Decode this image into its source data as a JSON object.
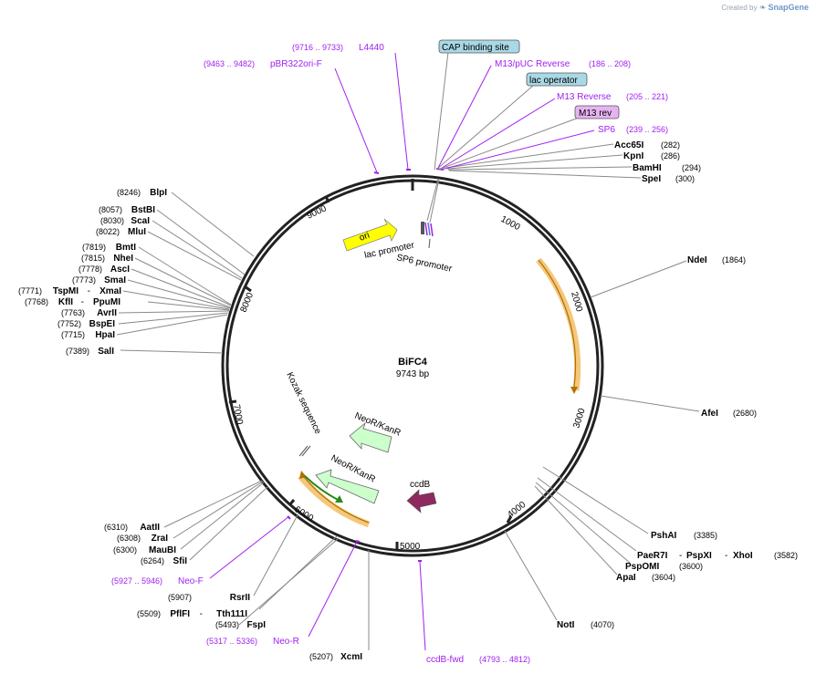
{
  "credit": {
    "prefix": "Created by",
    "brand": "SnapGene"
  },
  "plasmid": {
    "name": "BiFC4",
    "size": "9743 bp",
    "length": 9743
  },
  "colors": {
    "enzyme_line": "#8a8a8a",
    "primer": "#a020f0",
    "feature_box_blue": "#a9d8e6",
    "feature_box_purple": "#e6b3f2",
    "ori": "#ffff00",
    "neo": "#ccffcc",
    "ccdb": "#8e2a5f",
    "orange": "#f5a623",
    "green_dark": "#2a8a1a"
  },
  "ticks": [
    "1000",
    "2000",
    "3000",
    "4000",
    "5000",
    "6000",
    "7000",
    "8000",
    "9000"
  ],
  "enzymes_right": [
    {
      "name": "Acc65I",
      "pos": "(282)"
    },
    {
      "name": "KpnI",
      "pos": "(286)"
    },
    {
      "name": "BamHI",
      "pos": "(294)"
    },
    {
      "name": "SpeI",
      "pos": "(300)"
    },
    {
      "name": "NdeI",
      "pos": "(1864)"
    },
    {
      "name": "AfeI",
      "pos": "(2680)"
    },
    {
      "name": "PshAI",
      "pos": "(3385)"
    },
    {
      "name": "PaeR7I",
      "pos": ""
    },
    {
      "name": "PspXI",
      "pos": ""
    },
    {
      "name": "XhoI",
      "pos": "(3582)"
    },
    {
      "name": "PspOMI",
      "pos": "(3600)"
    },
    {
      "name": "ApaI",
      "pos": "(3604)"
    },
    {
      "name": "NotI",
      "pos": "(4070)"
    }
  ],
  "enzymes_left": [
    {
      "name": "BlpI",
      "pos": "(8246)"
    },
    {
      "name": "BstBI",
      "pos": "(8057)"
    },
    {
      "name": "ScaI",
      "pos": "(8030)"
    },
    {
      "name": "MluI",
      "pos": "(8022)"
    },
    {
      "name": "BmtI",
      "pos": "(7819)"
    },
    {
      "name": "NheI",
      "pos": "(7815)"
    },
    {
      "name": "AscI",
      "pos": "(7778)"
    },
    {
      "name": "SmaI",
      "pos": "(7773)"
    },
    {
      "name": "TspMI",
      "pos": "(7771)"
    },
    {
      "name": "XmaI",
      "pos": ""
    },
    {
      "name": "KflI",
      "pos": "(7768)"
    },
    {
      "name": "PpuMI",
      "pos": ""
    },
    {
      "name": "AvrII",
      "pos": "(7763)"
    },
    {
      "name": "BspEI",
      "pos": "(7752)"
    },
    {
      "name": "HpaI",
      "pos": "(7715)"
    },
    {
      "name": "SalI",
      "pos": "(7389)"
    },
    {
      "name": "AatII",
      "pos": "(6310)"
    },
    {
      "name": "ZraI",
      "pos": "(6308)"
    },
    {
      "name": "MauBI",
      "pos": "(6300)"
    },
    {
      "name": "SfiI",
      "pos": "(6264)"
    },
    {
      "name": "RsrII",
      "pos": "(5907)"
    },
    {
      "name": "PflFI",
      "pos": "(5509)"
    },
    {
      "name": "Tth111I",
      "pos": ""
    },
    {
      "name": "FspI",
      "pos": "(5493)"
    },
    {
      "name": "XcmI",
      "pos": "(5207)"
    }
  ],
  "primers": [
    {
      "name": "L4440",
      "range": "(9716 .. 9733)"
    },
    {
      "name": "pBR322ori-F",
      "range": "(9463 .. 9482)"
    },
    {
      "name": "M13/pUC Reverse",
      "range": "(186 .. 208)"
    },
    {
      "name": "M13 Reverse",
      "range": "(205 .. 221)"
    },
    {
      "name": "SP6",
      "range": "(239 .. 256)"
    },
    {
      "name": "Neo-F",
      "range": "(5927 .. 5946)"
    },
    {
      "name": "Neo-R",
      "range": "(5317 .. 5336)"
    },
    {
      "name": "ccdB-fwd",
      "range": "(4793 .. 4812)"
    }
  ],
  "boxed_features": [
    {
      "name": "CAP binding site"
    },
    {
      "name": "lac operator"
    },
    {
      "name": "M13 rev"
    }
  ],
  "inner_features": {
    "ori": "ori",
    "lac_promoter": "lac promoter",
    "sp6_promoter": "SP6 promoter",
    "neo1": "NeoR/KanR",
    "neo2": "NeoR/KanR",
    "ccdb": "ccdB",
    "kozak": "Kozak sequence"
  }
}
